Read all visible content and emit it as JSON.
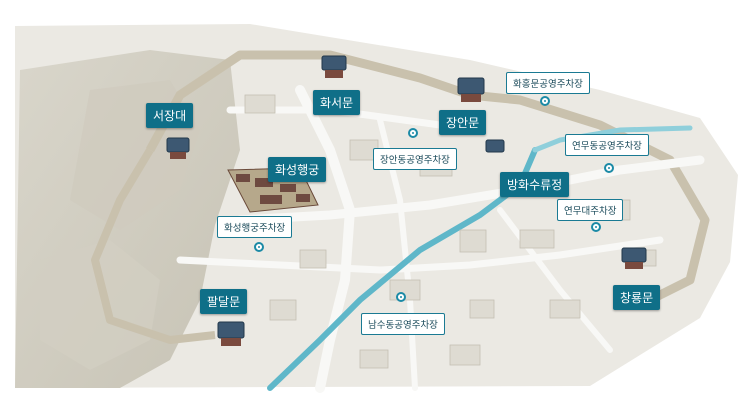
{
  "map": {
    "colors": {
      "label_bg": "#0f6f88",
      "parking_border": "#1a7a93",
      "canal": "#5fb7c9",
      "wall": "#c9c1ad",
      "ground": "#ebe9e3",
      "road": "#f8f8f6"
    },
    "gates": [
      {
        "id": "hwaseomun",
        "name": "화서문"
      },
      {
        "id": "janganmun",
        "name": "장안문"
      },
      {
        "id": "seojangdae",
        "name": "서장대"
      },
      {
        "id": "hwaseong_haenggung",
        "name": "화성행궁"
      },
      {
        "id": "banghwasuryujeong",
        "name": "방화수류정"
      },
      {
        "id": "paldalmun",
        "name": "팔달문"
      },
      {
        "id": "changnyongmun",
        "name": "창룡문"
      }
    ],
    "parking_lots": [
      {
        "id": "hwahongmun",
        "name": "화홍문공영주차장"
      },
      {
        "id": "yeonmudong",
        "name": "연무동공영주차장"
      },
      {
        "id": "jangandong",
        "name": "장안동공영주차장"
      },
      {
        "id": "yeonmudae",
        "name": "연무대주차장"
      },
      {
        "id": "haenggung",
        "name": "화성행궁주차장"
      },
      {
        "id": "namsudong",
        "name": "남수동공영주차장"
      }
    ]
  }
}
